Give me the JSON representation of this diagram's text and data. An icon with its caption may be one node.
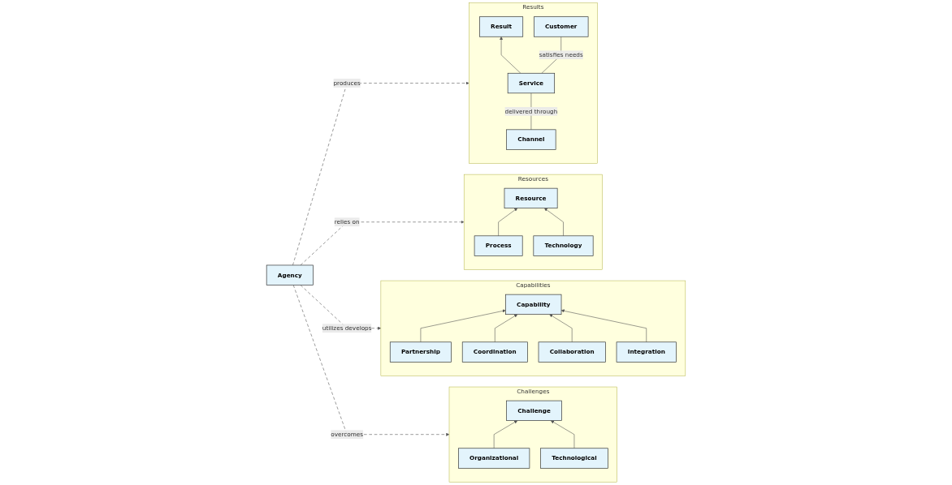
{
  "diagram": {
    "nodes": [
      {
        "text": [
          "Results"
        ]
      },
      {
        "text": [
          "Result"
        ],
        "in": 0
      },
      {
        "text": [
          "Channel"
        ],
        "in": 0
      },
      {
        "text": [
          "Customer"
        ],
        "in": 0
      },
      {
        "text": [
          "Service"
        ],
        "in": 0
      },
      {
        "text": [
          "Resources"
        ]
      },
      {
        "text": [
          "Resource"
        ],
        "in": 5
      },
      {
        "text": [
          "Process"
        ],
        "in": 5
      },
      {
        "text": [
          "Technology"
        ],
        "in": 5
      },
      {
        "text": [
          "Agency"
        ]
      },
      {
        "text": [
          "Capabilities"
        ]
      },
      {
        "text": [
          "Capability"
        ],
        "in": 10
      },
      {
        "text": [
          "Partnership"
        ],
        "in": 10
      },
      {
        "text": [
          "Coordination"
        ],
        "in": 10
      },
      {
        "text": [
          "Collaboration"
        ],
        "in": 10
      },
      {
        "text": [
          "Integration"
        ],
        "in": 10
      },
      {
        "text": [
          "Challenges"
        ]
      },
      {
        "text": [
          "Challenge"
        ],
        "in": 16
      },
      {
        "text": [
          "Organizational"
        ],
        "in": 16
      },
      {
        "text": [
          "Technological"
        ],
        "in": 16
      }
    ],
    "edges": [
      {
        "from": 4,
        "to": 1,
        "arrow": "to"
      },
      {
        "from": 2,
        "to": 4,
        "arrow": "none",
        "label": "delivered through"
      },
      {
        "from": 4,
        "to": 3,
        "arrow": "none",
        "label": "satisfies needs"
      },
      {
        "from": 7,
        "to": 6,
        "arrow": "to"
      },
      {
        "from": 8,
        "to": 6,
        "arrow": "to"
      },
      {
        "from": 9,
        "to": 0,
        "arrow": "to",
        "style": "dashed",
        "label": "produces"
      },
      {
        "from": 9,
        "to": 5,
        "arrow": "to",
        "style": "dashed",
        "label": "relies on"
      },
      {
        "from": 12,
        "to": 11,
        "arrow": "to"
      },
      {
        "from": 13,
        "to": 11,
        "arrow": "to"
      },
      {
        "from": 14,
        "to": 11,
        "arrow": "to"
      },
      {
        "from": 15,
        "to": 11,
        "arrow": "to"
      },
      {
        "from": 9,
        "to": 10,
        "arrow": "to",
        "style": "dashed",
        "label": "utilizes develops"
      },
      {
        "from": 9,
        "to": 16,
        "arrow": "to",
        "style": "dashed",
        "label": "overcomes"
      },
      {
        "from": 18,
        "to": 17,
        "arrow": "to"
      },
      {
        "from": 19,
        "to": 17,
        "arrow": "to"
      }
    ]
  }
}
